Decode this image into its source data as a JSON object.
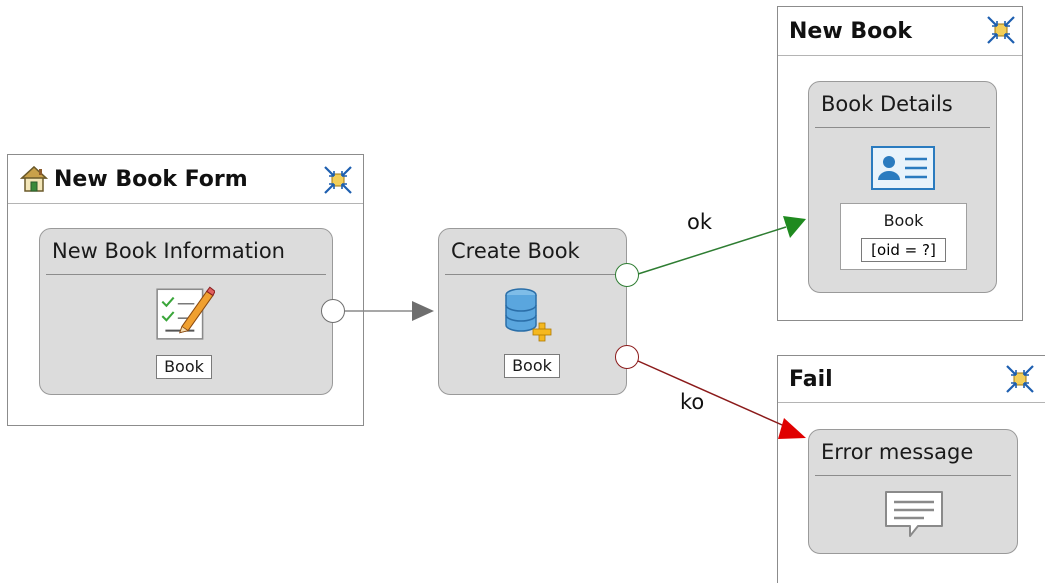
{
  "panels": {
    "new_book_form": {
      "title": "New Book Form"
    },
    "new_book": {
      "title": "New Book"
    },
    "fail": {
      "title": "Fail"
    }
  },
  "units": {
    "new_book_information": {
      "title": "New Book Information",
      "entity": "Book"
    },
    "create_book": {
      "title": "Create Book",
      "entity": "Book"
    },
    "book_details": {
      "title": "Book Details",
      "entity": "Book",
      "condition": "[oid = ?]"
    },
    "error_message": {
      "title": "Error message"
    }
  },
  "flows": {
    "ok_label": "ok",
    "ko_label": "ko"
  },
  "colors": {
    "ok_flow": "#2e7d32",
    "ko_flow": "#8b1a1a",
    "ok_arrow": "#1f8a1f",
    "ko_arrow": "#e00000",
    "default_arrow": "#6e6e6e"
  }
}
